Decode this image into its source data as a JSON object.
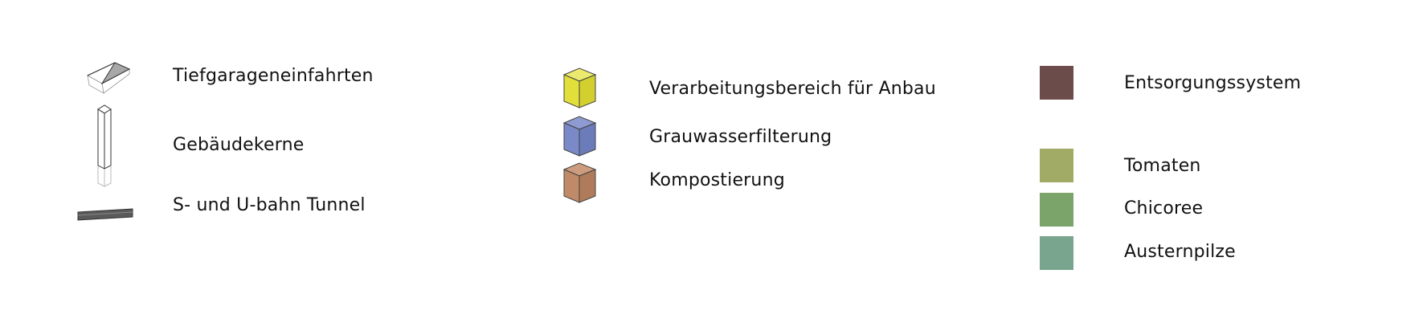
{
  "legend": {
    "col1": {
      "items": [
        {
          "label": "Tiefgarageneinfahrten",
          "icon": "ramp-icon"
        },
        {
          "label": "Gebäudekerne",
          "icon": "core-column-icon"
        },
        {
          "label": "S- und U-bahn Tunnel",
          "icon": "tunnel-icon"
        }
      ]
    },
    "col2": {
      "items": [
        {
          "label": "Verarbeitungsbereich für Anbau",
          "icon": "cube-icon",
          "color": "#e2df3a"
        },
        {
          "label": "Grauwasserfilterung",
          "icon": "cube-icon",
          "color": "#7a89c7"
        },
        {
          "label": "Kompostierung",
          "icon": "cube-icon",
          "color": "#c08a68"
        }
      ]
    },
    "col3": {
      "items": [
        {
          "label": "Entsorgungssystem",
          "icon": "square-swatch",
          "color": "#6b4c4a"
        },
        {
          "label": "Tomaten",
          "icon": "square-swatch",
          "color": "#a2ab66"
        },
        {
          "label": "Chicoree",
          "icon": "square-swatch",
          "color": "#7aa46a"
        },
        {
          "label": "Austernpilze",
          "icon": "square-swatch",
          "color": "#79a58e"
        }
      ]
    }
  }
}
